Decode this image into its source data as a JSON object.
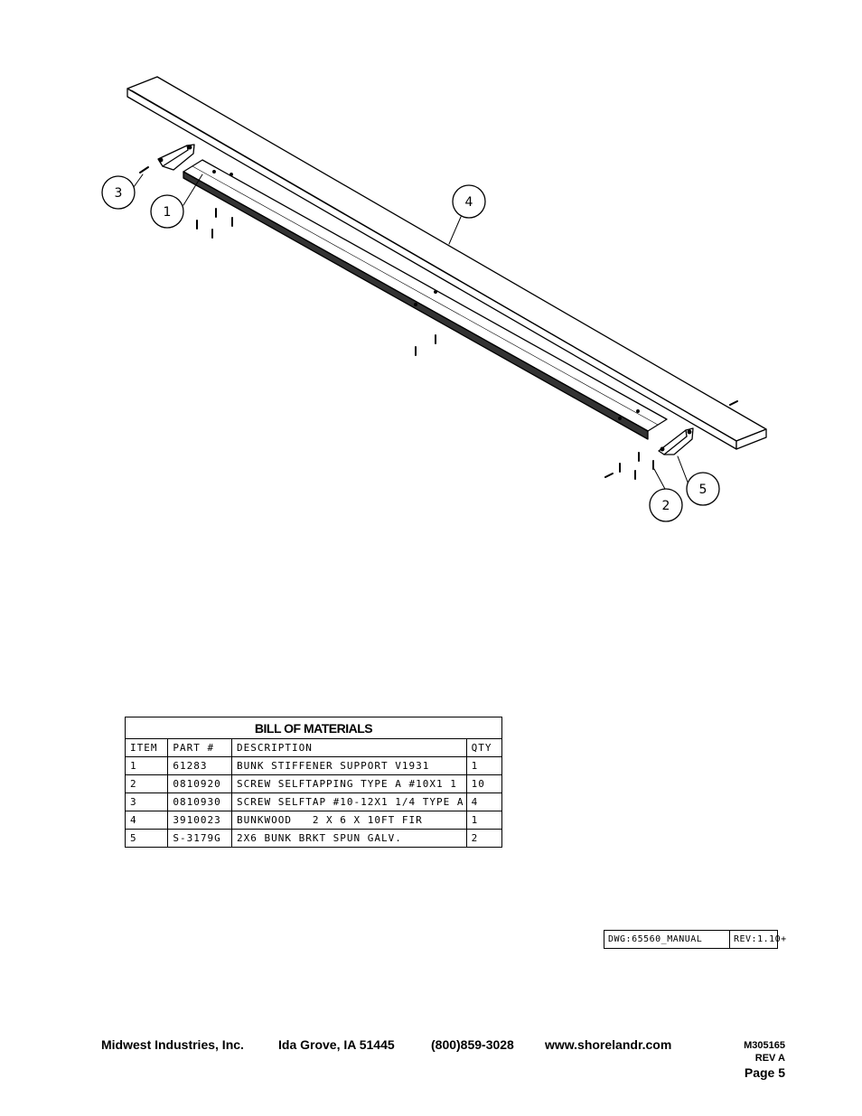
{
  "drawing": {
    "balloons": [
      "1",
      "2",
      "3",
      "4",
      "5"
    ]
  },
  "bom": {
    "title": "BILL OF MATERIALS",
    "headers": [
      "ITEM",
      "PART #",
      "DESCRIPTION",
      "QTY"
    ],
    "rows": [
      [
        "1",
        "61283",
        "BUNK STIFFENER SUPPORT V1931",
        "1"
      ],
      [
        "2",
        "0810920",
        "SCREW SELFTAPPING TYPE A #10X1 1",
        "10"
      ],
      [
        "3",
        "0810930",
        "SCREW SELFTAP #10-12X1 1/4 TYPE A",
        "4"
      ],
      [
        "4",
        "3910023",
        "BUNKWOOD   2 X 6 X 10FT FIR",
        "1"
      ],
      [
        "5",
        "S-3179G",
        "2X6 BUNK BRKT SPUN GALV.",
        "2"
      ]
    ]
  },
  "title_block": {
    "dwg": "DWG:65560_MANUAL",
    "rev": "REV:1.10+"
  },
  "footer": {
    "company": "Midwest Industries, Inc.",
    "location": "Ida Grove, IA  51445",
    "phone": "(800)859-3028",
    "website": "www.shorelandr.com",
    "doc_number": "M305165",
    "revision": "REV A",
    "page": "Page 5"
  }
}
